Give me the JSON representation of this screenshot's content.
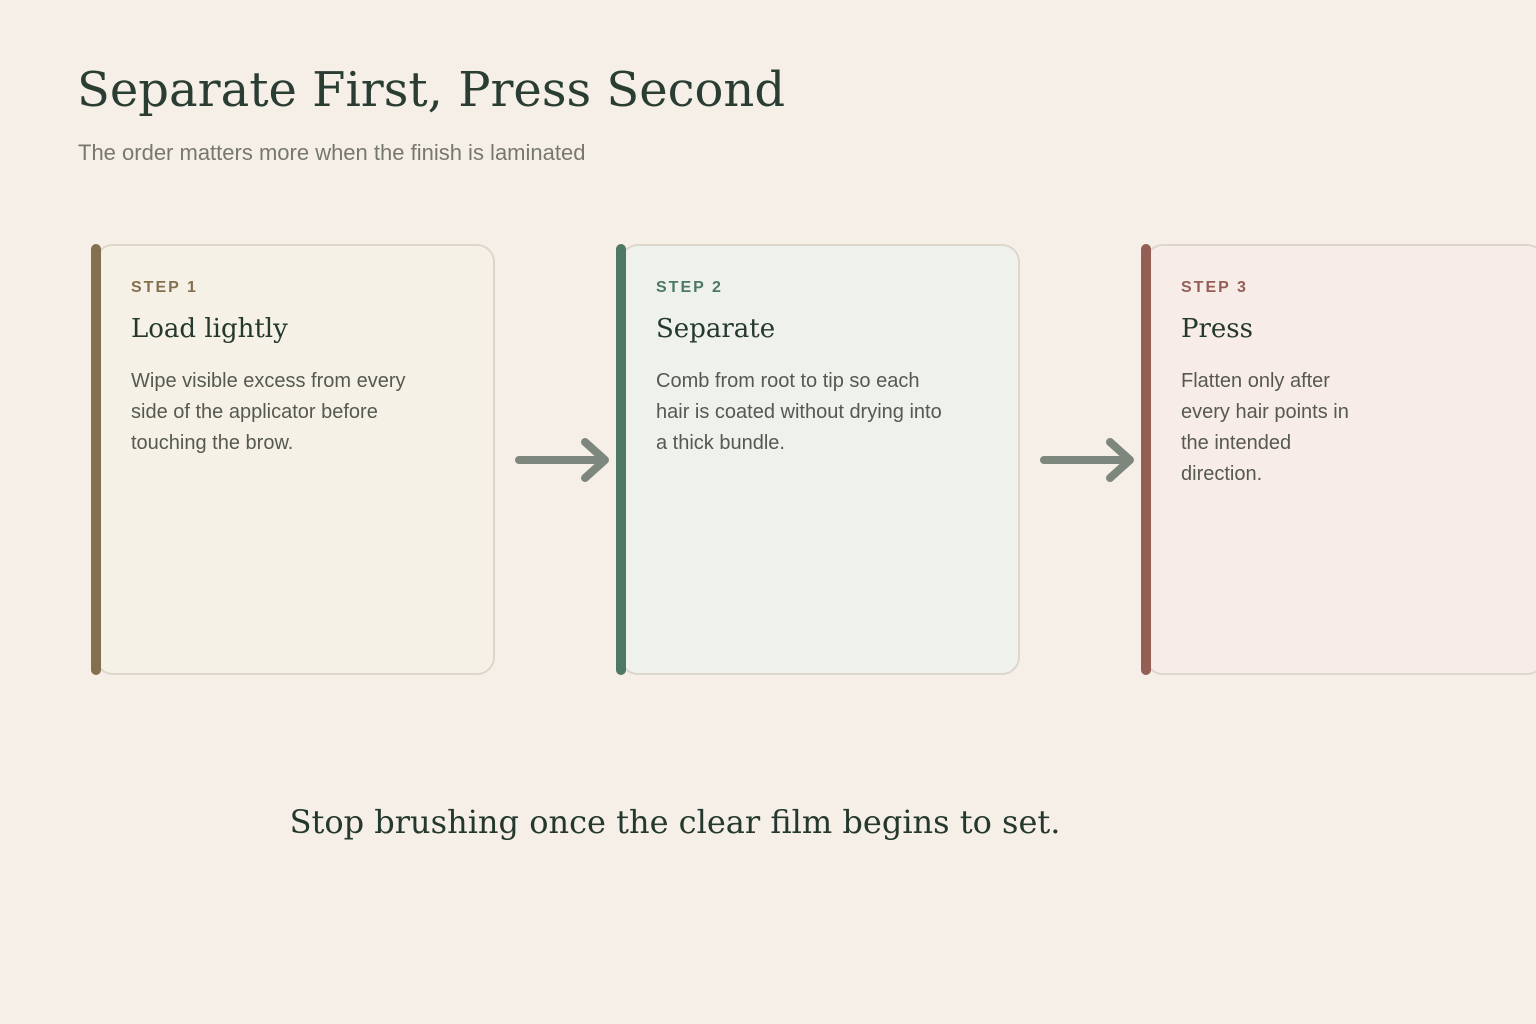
{
  "title": "Separate First, Press Second",
  "subtitle": "The order matters more when the finish is laminated",
  "steps": [
    {
      "label": "STEP 1",
      "title": "Load lightly",
      "body": "Wipe visible excess from every side of the applicator before touching the brow.",
      "accent_color": "#84704e"
    },
    {
      "label": "STEP 2",
      "title": "Separate",
      "body": "Comb from root to tip so each hair is coated without drying into a thick bundle.",
      "accent_color": "#4f7766"
    },
    {
      "label": "STEP 3",
      "title": "Press",
      "body": "Flatten only after every hair points in the intended direction.",
      "accent_color": "#935f55"
    }
  ],
  "footer_note": "Stop brushing once the clear film begins to set.",
  "colors": {
    "background": "#f6efe8",
    "heading": "#2a3d33",
    "arrow": "#7d877e"
  }
}
